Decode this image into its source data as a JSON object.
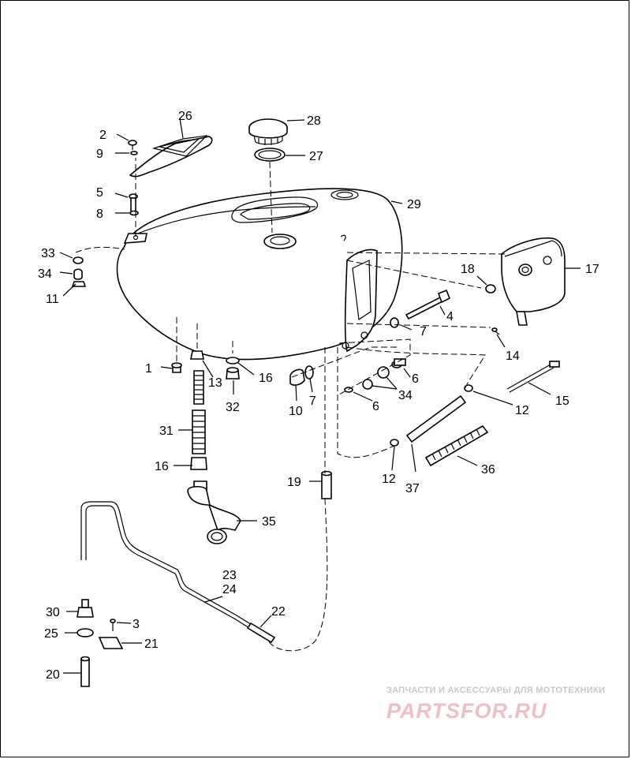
{
  "callouts": {
    "c1": "1",
    "c2": "2",
    "c3": "3",
    "c4": "4",
    "c5": "5",
    "c6a": "6",
    "c6b": "6",
    "c7a": "7",
    "c7b": "7",
    "c8": "8",
    "c9": "9",
    "c10": "10",
    "c11": "11",
    "c12a": "12",
    "c12b": "12",
    "c13": "13",
    "c14": "14",
    "c15": "15",
    "c16a": "16",
    "c16b": "16",
    "c17": "17",
    "c18": "18",
    "c19": "19",
    "c20": "20",
    "c21": "21",
    "c22": "22",
    "c23": "23",
    "c24": "24",
    "c25": "25",
    "c26": "26",
    "c27": "27",
    "c28": "28",
    "c29": "29",
    "c30": "30",
    "c31": "31",
    "c32": "32",
    "c33": "33",
    "c34a": "34",
    "c34b": "34",
    "c35": "35",
    "c36": "36",
    "c37": "37"
  },
  "watermark": {
    "caption": "ЗАПЧАСТИ И АКСЕССУАРЫ ДЛЯ МОТОТЕХНИКИ",
    "brand": "PARTSFOR.RU"
  },
  "colors": {
    "line": "#000000",
    "watermark_red": "#e8a0a8"
  }
}
